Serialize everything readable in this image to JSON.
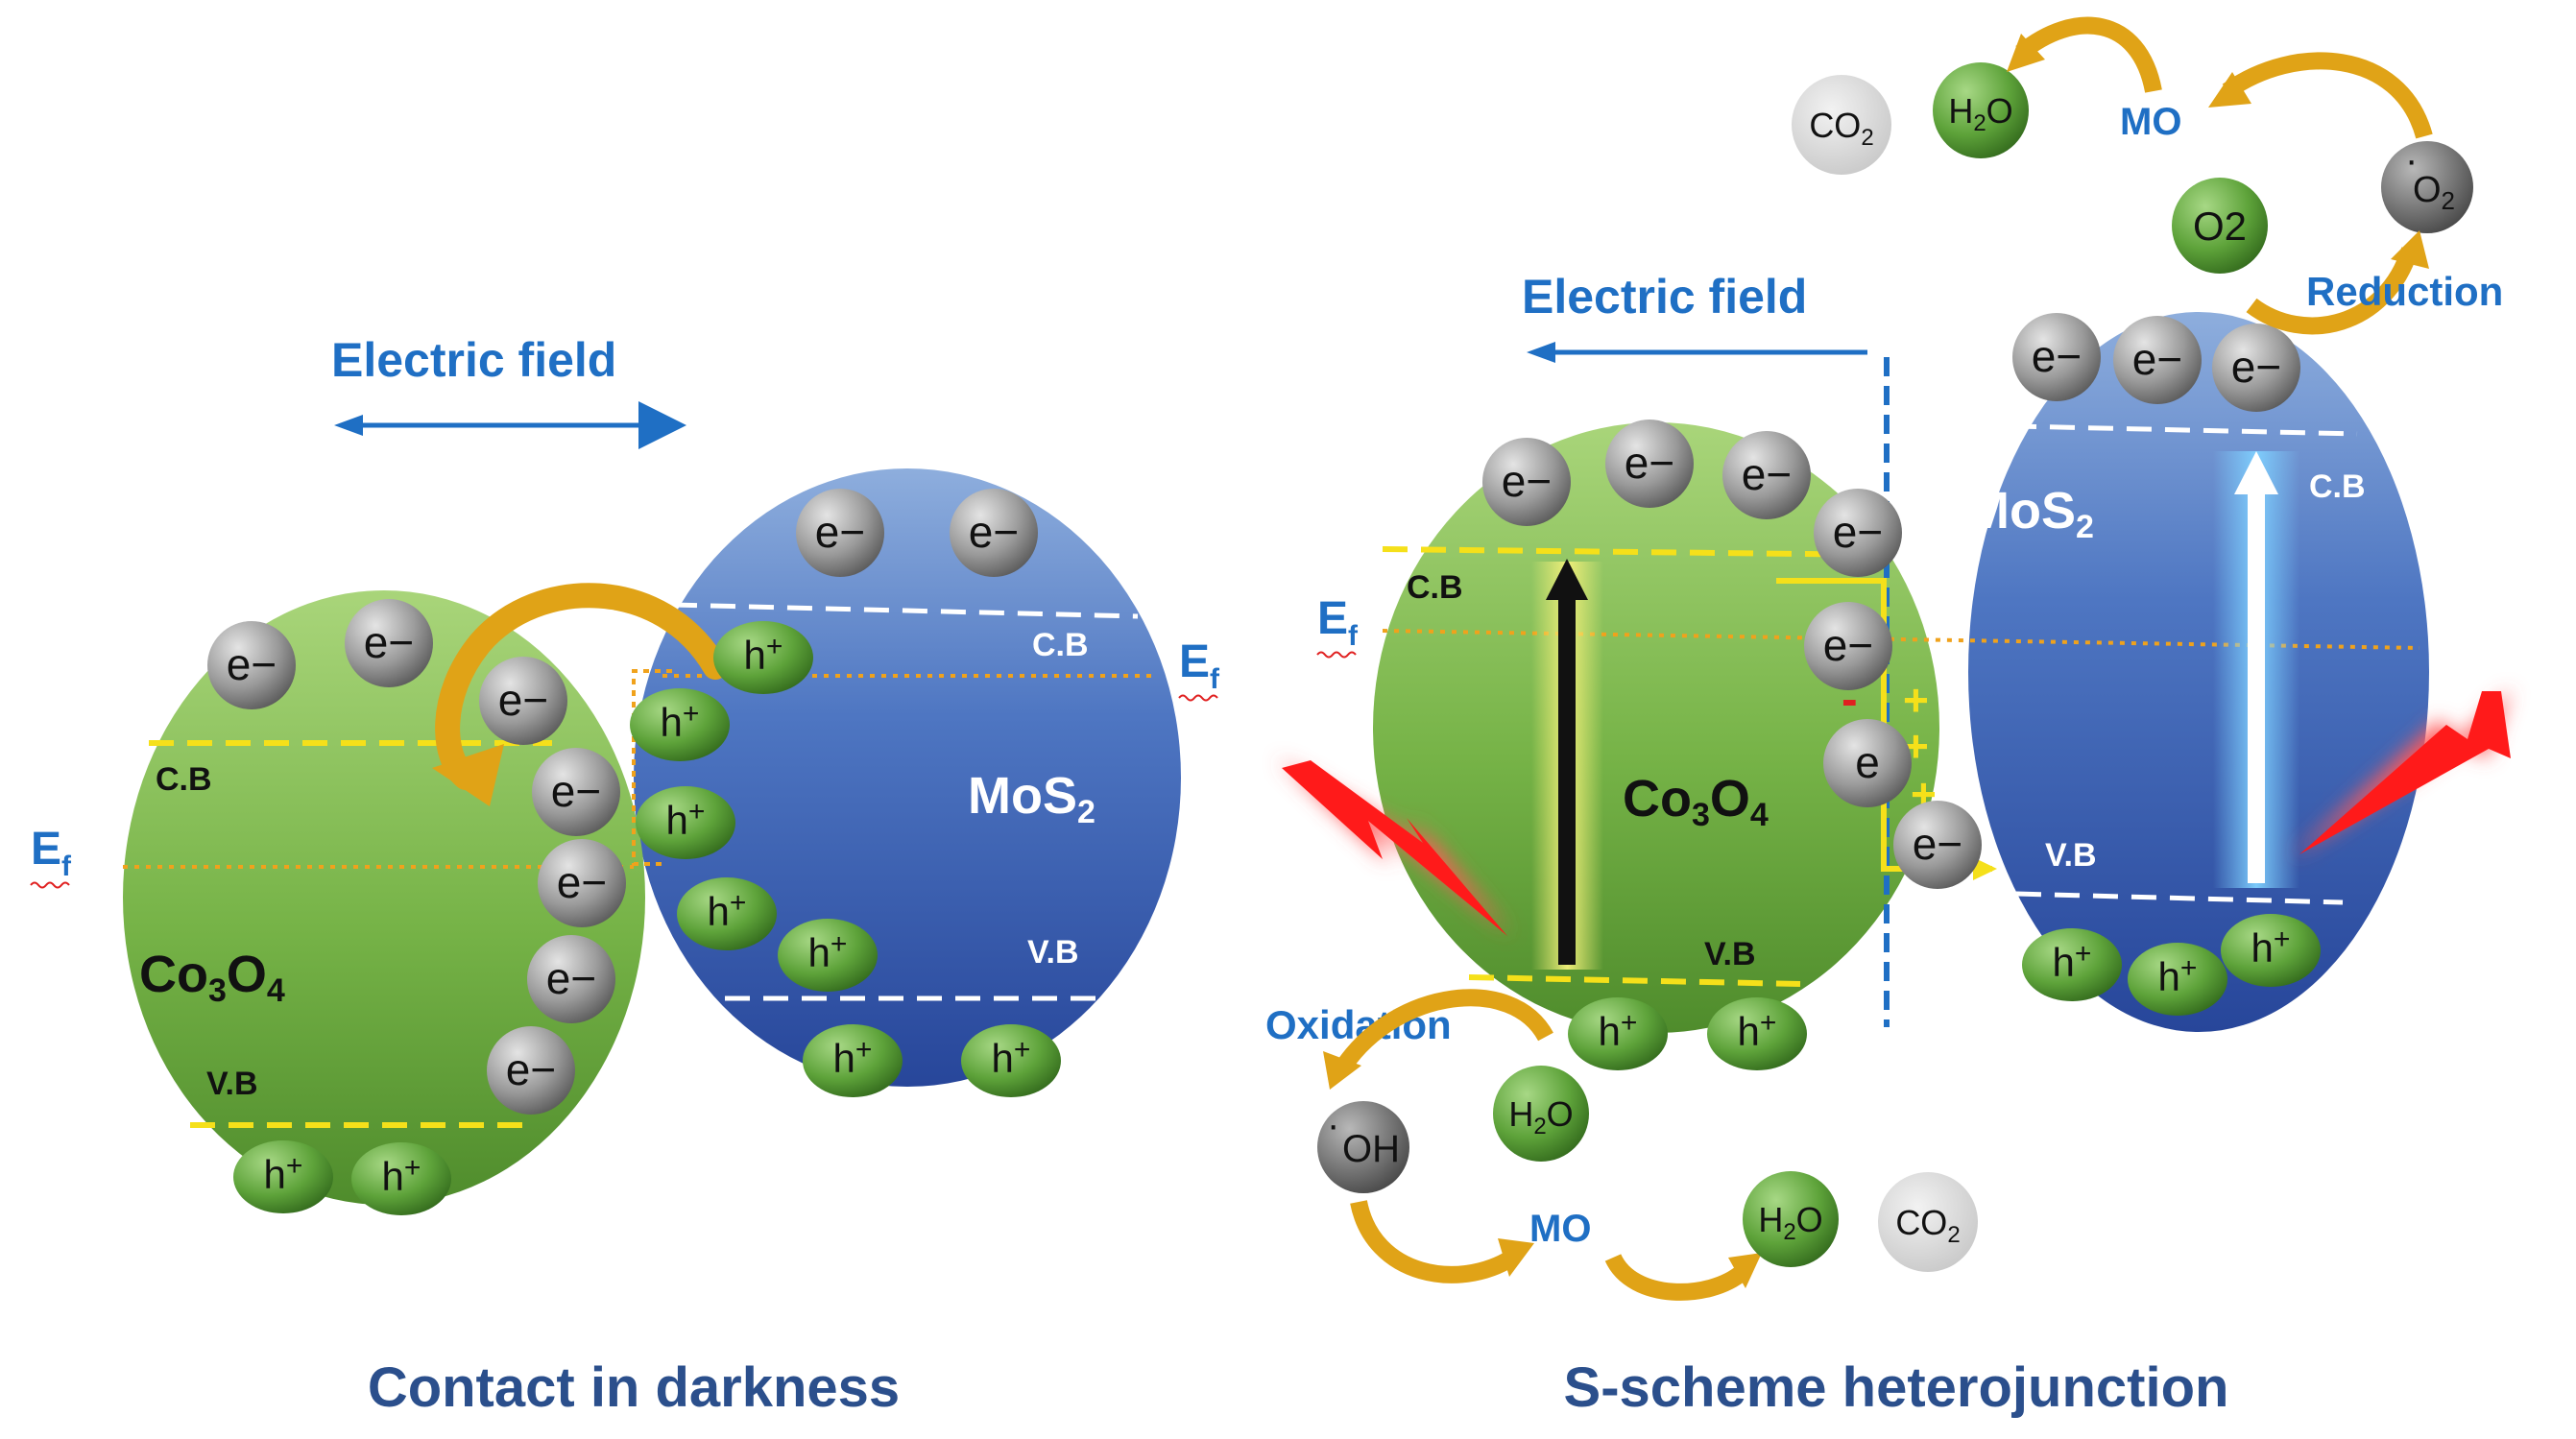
{
  "left": {
    "field_label": "Electric field",
    "co3o4": {
      "name": "Co",
      "sub1": "3",
      "mid": "O",
      "sub2": "4",
      "cb": "C.B",
      "vb": "V.B",
      "ef": "E",
      "ef_sub": "f"
    },
    "mos2": {
      "name": "MoS",
      "sub": "2",
      "cb": "C.B",
      "vb": "V.B",
      "ef": "E",
      "ef_sub": "f"
    },
    "caption": "Contact in darkness"
  },
  "right": {
    "field_label": "Electric field",
    "co3o4": {
      "name": "Co",
      "sub1": "3",
      "mid": "O",
      "sub2": "4",
      "cb": "C.B",
      "vb": "V.B",
      "ef": "E",
      "ef_sub": "f"
    },
    "mos2": {
      "name": "MoS",
      "sub": "2",
      "cb": "C.B",
      "vb": "V.B"
    },
    "oxidation": "Oxidation",
    "reduction": "Reduction",
    "mo_top": "MO",
    "mo_bottom": "MO",
    "o2": "O2",
    "o2_radical": {
      "main": "O",
      "sub": "2",
      "dot": "·"
    },
    "oh_radical": {
      "dot": "·",
      "main": "OH"
    },
    "h2o": {
      "main": "H",
      "sub": "2",
      "end": "O"
    },
    "co2": {
      "main": "CO",
      "sub": "2"
    },
    "minus": "-",
    "plus": "+",
    "caption": "S-scheme heterojunction"
  },
  "particles": {
    "electron": "e−",
    "electron_short": "e",
    "hole": "h",
    "hole_sup": "+"
  },
  "colors": {
    "blue_label": "#1f6fc4",
    "caption": "#2b4f8c",
    "gold_arrow": "#e0a317",
    "green_particle": "#4f9a32",
    "grey_particle": "#8a8a8a",
    "yellow_dash": "#f5e01a",
    "orange_dot": "#f0a21c",
    "lightning": "#ff1a1a"
  }
}
